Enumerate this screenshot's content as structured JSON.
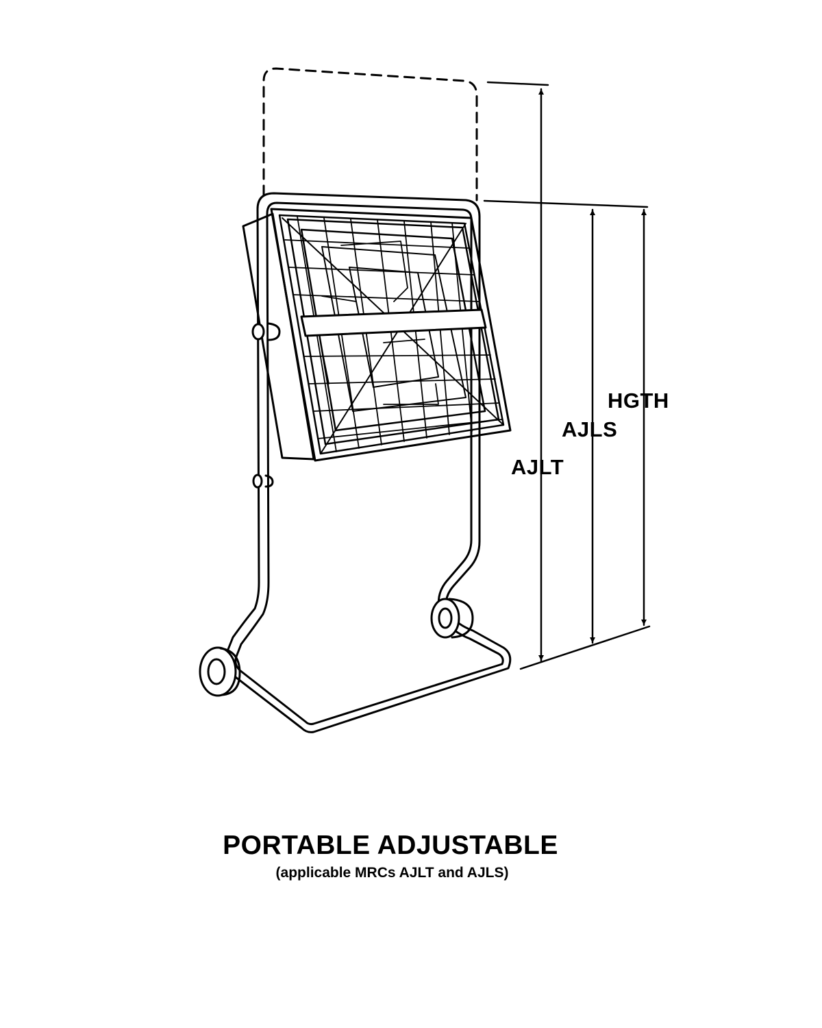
{
  "diagram": {
    "labels": {
      "ajlt": "AJLT",
      "ajls": "AJLS",
      "hgth": "HGTH"
    },
    "caption": {
      "title": "PORTABLE ADJUSTABLE",
      "subtitle": "(applicable MRCs AJLT and AJLS)"
    }
  },
  "colors": {
    "line": "#000000",
    "background": "#ffffff"
  }
}
